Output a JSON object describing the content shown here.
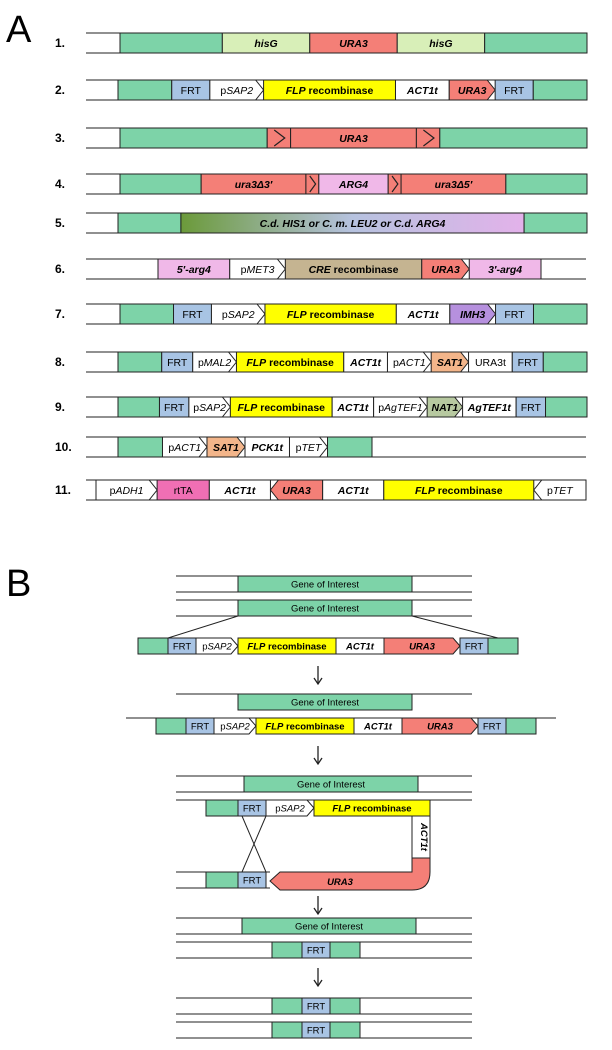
{
  "panel_a": {
    "label": "A",
    "constructs": [
      {
        "num": "1.",
        "parts": [
          {
            "t": "",
            "c": "green"
          },
          {
            "t": "hisG",
            "c": "lightgreen",
            "i": true
          },
          {
            "t": "URA3",
            "c": "salmon",
            "i": true
          },
          {
            "t": "hisG",
            "c": "lightgreen",
            "i": true
          },
          {
            "t": "",
            "c": "green"
          }
        ]
      },
      {
        "num": "2.",
        "parts": [
          {
            "t": "",
            "c": "green"
          },
          {
            "t": "FRT",
            "c": "blue"
          },
          {
            "t": "pSAP2",
            "c": "white",
            "s": "arrow"
          },
          {
            "t": "FLP recombinase",
            "c": "yellow"
          },
          {
            "t": "ACT1t",
            "c": "white",
            "i": true
          },
          {
            "t": "URA3",
            "c": "salmon",
            "s": "arrow",
            "i": true
          },
          {
            "t": "FRT",
            "c": "blue"
          },
          {
            "t": "",
            "c": "green"
          }
        ]
      },
      {
        "num": "3.",
        "parts": [
          {
            "t": "",
            "c": "green"
          },
          {
            "t": "",
            "c": "salmon",
            "s": "marker"
          },
          {
            "t": "URA3",
            "c": "salmon",
            "i": true
          },
          {
            "t": "",
            "c": "salmon",
            "s": "marker"
          },
          {
            "t": "",
            "c": "green"
          }
        ]
      },
      {
        "num": "4.",
        "parts": [
          {
            "t": "",
            "c": "green"
          },
          {
            "t": "ura3Δ3′",
            "c": "salmon",
            "i": true
          },
          {
            "t": "",
            "c": "salmon",
            "s": "marker"
          },
          {
            "t": "ARG4",
            "c": "pink",
            "i": true
          },
          {
            "t": "",
            "c": "salmon",
            "s": "marker"
          },
          {
            "t": "ura3Δ5′",
            "c": "salmon",
            "i": true
          },
          {
            "t": "",
            "c": "green"
          }
        ]
      },
      {
        "num": "5.",
        "parts": [
          {
            "t": "",
            "c": "green"
          },
          {
            "t": "C.d. HIS1     or     C. m. LEU2     or     C.d. ARG4",
            "c": "gradient",
            "i": true
          },
          {
            "t": "",
            "c": "green"
          }
        ]
      },
      {
        "num": "6.",
        "parts": [
          {
            "t": "5′-arg4",
            "c": "pink",
            "i": true
          },
          {
            "t": "pMET3",
            "c": "white",
            "s": "arrow"
          },
          {
            "t": "CRE recombinase",
            "c": "tan"
          },
          {
            "t": "URA3",
            "c": "salmon",
            "s": "arrow",
            "i": true
          },
          {
            "t": "3′-arg4",
            "c": "pink",
            "i": true
          }
        ]
      },
      {
        "num": "7.",
        "parts": [
          {
            "t": "",
            "c": "green"
          },
          {
            "t": "FRT",
            "c": "blue"
          },
          {
            "t": "pSAP2",
            "c": "white",
            "s": "arrow"
          },
          {
            "t": "FLP recombinase",
            "c": "yellow"
          },
          {
            "t": "ACT1t",
            "c": "white",
            "i": true
          },
          {
            "t": "IMH3",
            "c": "purple",
            "s": "arrow",
            "i": true
          },
          {
            "t": "FRT",
            "c": "blue"
          },
          {
            "t": "",
            "c": "green"
          }
        ]
      },
      {
        "num": "8.",
        "parts": [
          {
            "t": "",
            "c": "green"
          },
          {
            "t": "FRT",
            "c": "blue"
          },
          {
            "t": "pMAL2",
            "c": "white",
            "s": "arrow"
          },
          {
            "t": "FLP recombinase",
            "c": "yellow"
          },
          {
            "t": "ACT1t",
            "c": "white",
            "i": true
          },
          {
            "t": "pACT1",
            "c": "white",
            "s": "arrow"
          },
          {
            "t": "SAT1",
            "c": "orange",
            "s": "arrow",
            "i": true
          },
          {
            "t": "URA3t",
            "c": "white"
          },
          {
            "t": "FRT",
            "c": "blue"
          },
          {
            "t": "",
            "c": "green"
          }
        ]
      },
      {
        "num": "9.",
        "parts": [
          {
            "t": "",
            "c": "green"
          },
          {
            "t": "FRT",
            "c": "blue"
          },
          {
            "t": "pSAP2",
            "c": "white",
            "s": "arrow"
          },
          {
            "t": "FLP recombinase",
            "c": "yellow"
          },
          {
            "t": "ACT1t",
            "c": "white",
            "i": true
          },
          {
            "t": "pAgTEF1",
            "c": "white",
            "s": "arrow"
          },
          {
            "t": "NAT1",
            "c": "sage",
            "s": "arrow",
            "i": true
          },
          {
            "t": "AgTEF1t",
            "c": "white",
            "i": true
          },
          {
            "t": "FRT",
            "c": "blue"
          },
          {
            "t": "",
            "c": "green"
          }
        ]
      },
      {
        "num": "10.",
        "parts": [
          {
            "t": "",
            "c": "green"
          },
          {
            "t": "pACT1",
            "c": "white",
            "s": "arrow"
          },
          {
            "t": "SAT1",
            "c": "orange",
            "s": "arrow",
            "i": true
          },
          {
            "t": "PCK1t",
            "c": "white",
            "i": true
          },
          {
            "t": "pTET",
            "c": "white",
            "s": "arrow"
          },
          {
            "t": "",
            "c": "green"
          }
        ]
      },
      {
        "num": "11.",
        "parts": [
          {
            "t": "pADH1",
            "c": "white",
            "s": "arrow"
          },
          {
            "t": "rtTA",
            "c": "magenta"
          },
          {
            "t": "ACT1t",
            "c": "white",
            "i": true
          },
          {
            "t": "URA3",
            "c": "salmon",
            "s": "rarrow",
            "i": true
          },
          {
            "t": "ACT1t",
            "c": "white",
            "i": true
          },
          {
            "t": "FLP recombinase",
            "c": "yellow"
          },
          {
            "t": "pTET",
            "c": "white",
            "s": "rarrow"
          }
        ]
      }
    ]
  },
  "panel_b": {
    "label": "B",
    "goi": "Gene of Interest",
    "frt": "FRT",
    "psap2": "pSAP2",
    "flp": "FLP recombinase",
    "act1t": "ACT1t",
    "ura3": "URA3"
  },
  "colors": {
    "green": "#7dd3a8",
    "lightgreen": "#d8efb8",
    "salmon": "#f47f77",
    "blue": "#a8c4e4",
    "yellow": "#ffff00",
    "white": "#ffffff",
    "pink": "#f0b8e8",
    "tan": "#c5b491",
    "purple": "#b690de",
    "orange": "#f3b58a",
    "sage": "#b7c9a0",
    "magenta": "#f06fb4",
    "gradient_start": "#6b9a3a",
    "gradient_mid": "#b6c2df",
    "gradient_end": "#e3b2ea"
  }
}
